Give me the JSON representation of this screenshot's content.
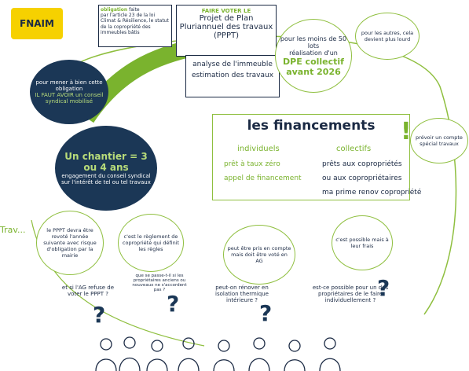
{
  "logo": {
    "label": "FNAIM"
  },
  "obligation": {
    "title": "obligation",
    "title_suffix": "faite",
    "text": "par l'article 23 de la loi Climat & Résilience, le statut de la copropriété des immeubles bâtis"
  },
  "plan_box": {
    "kicker": "FAIRE VOTER LE",
    "title": "Projet de Plan Pluriannuel des travaux (PPPT)"
  },
  "steps": {
    "analyse": "analyse de l'immeuble",
    "estimation": "estimation des travaux"
  },
  "dpe": {
    "line1": "pour les moins de 50 lots",
    "line2": "réalisation d'un",
    "line3": "DPE collectif",
    "line4": "avant 2026"
  },
  "top_right": {
    "text": "pour les autres, cela devient plus lourd"
  },
  "left_dark": {
    "line1": "pour mener à bien cette obligation",
    "line2": "IL FAUT AVOIR un conseil syndical mobilisé"
  },
  "chantier": {
    "title": "Un chantier = 3 ou 4 ans",
    "text": "engagement du conseil syndical sur l'intérêt de tel ou tel travaux"
  },
  "financements": {
    "title": "les financements",
    "col_left_title": "individuels",
    "col_right_title": "collectifs",
    "left_items": [
      "prêt à taux zéro",
      "appel de financement"
    ],
    "right_items": [
      "prêts aux copropriétés",
      "ou aux copropriétaires",
      "ma prime renov copropriété"
    ]
  },
  "side_note": {
    "text": "prévoir un compte spécial travaux"
  },
  "side_label": {
    "text": "Trav..."
  },
  "bubbles": [
    {
      "text": "le PPPT devra être revoté l'année suivante avec risque d'obligation par la mairie"
    },
    {
      "text": "c'est le règlement de copropriété qui définit les règles"
    },
    {
      "text": "peut être pris en compte mais doit être voté en AG"
    },
    {
      "text": "c'est possible mais à leur frais"
    }
  ],
  "questions": [
    {
      "text": "et si l'AG refuse de voter le PPPT ?"
    },
    {
      "text": "que se passe-t-il si les propriétaires anciens ou nouveaux ne s'accordent pas ?"
    },
    {
      "text": "peut-on rénover en isolation thermique intérieure ?"
    },
    {
      "text": "est-ce possible pour un des propriétaires de le faire individuellement ?"
    }
  ],
  "colors": {
    "accent_green": "#7ab32e",
    "navy": "#1b3756",
    "logo_yellow": "#f6d100"
  }
}
